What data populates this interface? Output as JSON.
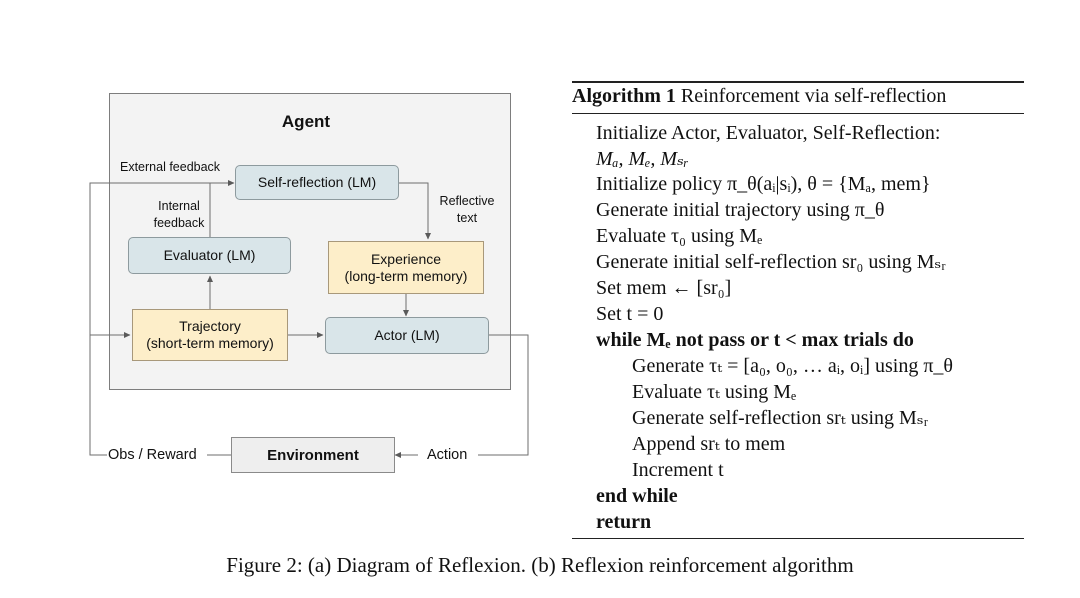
{
  "diagram": {
    "agent_title": "Agent",
    "nodes": {
      "self_reflection": "Self-reflection (LM)",
      "evaluator": "Evaluator (LM)",
      "experience_title": "Experience",
      "experience_sub": "(long-term memory)",
      "trajectory_title": "Trajectory",
      "trajectory_sub": "(short-term memory)",
      "actor": "Actor (LM)",
      "environment": "Environment"
    },
    "labels": {
      "external_feedback": "External feedback",
      "internal_feedback_1": "Internal",
      "internal_feedback_2": "feedback",
      "reflective_text_1": "Reflective",
      "reflective_text_2": "text",
      "obs_reward": "Obs / Reward",
      "action": "Action"
    },
    "colors": {
      "blue_box": "#d9e5e9",
      "yellow_box": "#fdeec9",
      "agent_bg": "#f3f3f3",
      "env_bg": "#eeeeee"
    }
  },
  "algorithm": {
    "heading_bold": "Algorithm 1",
    "heading_text": "Reinforcement via self-reflection",
    "lines": [
      "Initialize Actor, Evaluator, Self-Reflection:",
      "Mₐ, Mₑ, Mₛᵣ",
      "Initialize policy π_θ(aᵢ|sᵢ), θ = {Mₐ, mem}",
      "Generate initial trajectory using π_θ",
      "Evaluate τ₀ using Mₑ",
      "Generate initial self-reflection sr₀ using Mₛᵣ",
      "Set mem ← [sr₀]",
      "Set t = 0",
      "while Mₑ not pass or t < max trials do",
      "Generate τₜ = [a₀, o₀, … aᵢ, oᵢ] using π_θ",
      "Evaluate τₜ using Mₑ",
      "Generate self-reflection srₜ using Mₛᵣ",
      "Append srₜ to mem",
      "Increment t",
      "end while",
      "return"
    ]
  },
  "caption": "Figure 2: (a) Diagram of Reflexion. (b) Reflexion reinforcement algorithm"
}
